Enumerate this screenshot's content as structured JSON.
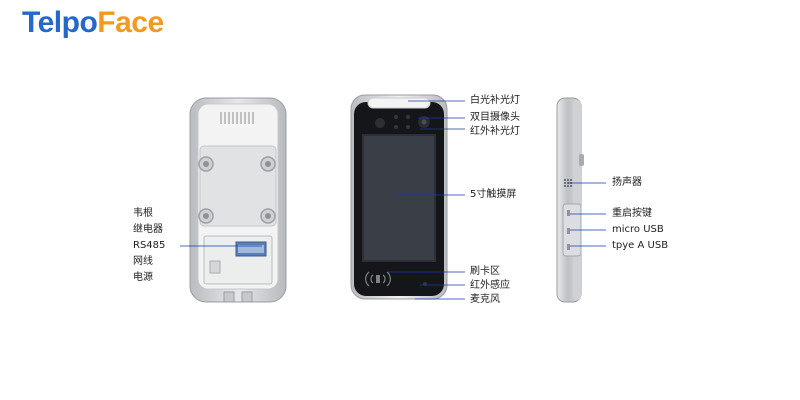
{
  "brand": {
    "part1": "Telpo",
    "part2": "Face"
  },
  "back_labels": [
    "韦根",
    "继电器",
    "RS485",
    "网线",
    "电源"
  ],
  "front_labels": {
    "white_light": "白光补光灯",
    "dual_camera": "双目摄像头",
    "ir_light": "红外补光灯",
    "touch_screen": "5寸触摸屏",
    "card_area": "刷卡区",
    "ir_sensor": "红外感应",
    "microphone": "麦克风"
  },
  "side_labels": {
    "speaker": "扬声器",
    "reset_button": "重启按键",
    "micro_usb": "micro USB",
    "type_a_usb": "tpye A USB"
  },
  "colors": {
    "brand_blue": "#2469c9",
    "brand_orange": "#f39a1e",
    "leader_line": "#1a3aa8"
  }
}
